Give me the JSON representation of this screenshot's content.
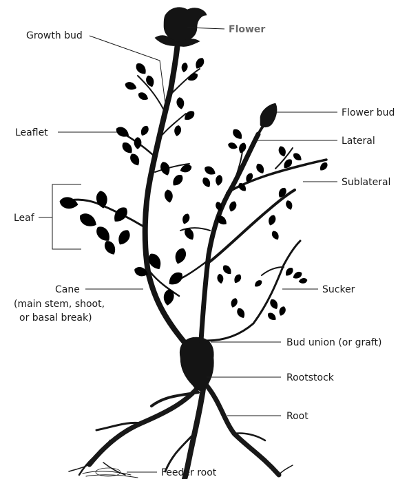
{
  "diagram": {
    "labels": {
      "flower": "Flower",
      "growth_bud": "Growth bud",
      "flower_bud": "Flower bud",
      "lateral": "Lateral",
      "leaflet": "Leaflet",
      "sublateral": "Sublateral",
      "leaf": "Leaf",
      "cane_line1": "Cane",
      "cane_line2": "(main stem, shoot,",
      "cane_line3": "or basal break)",
      "sucker": "Sucker",
      "bud_union": "Bud union (or graft)",
      "rootstock": "Rootstock",
      "root": "Root",
      "feeder_root": "Feeder root"
    },
    "colors": {
      "ink": "#141414",
      "flower_label": "#6a6a6a",
      "background": "#ffffff"
    }
  }
}
